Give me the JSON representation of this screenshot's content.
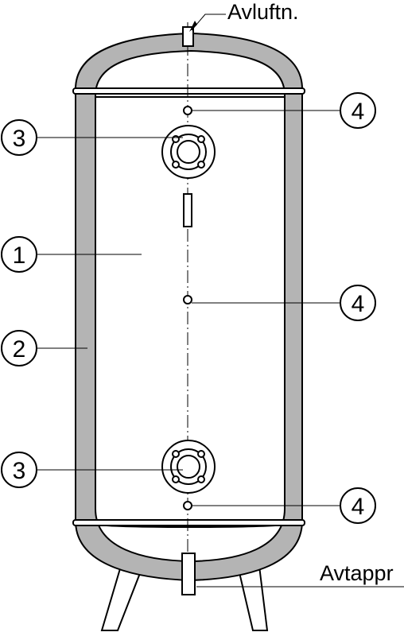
{
  "labels": {
    "vent": "Avluftn.",
    "drain": "Avtappr"
  },
  "callouts": [
    {
      "number": "1",
      "part": "tank interior"
    },
    {
      "number": "2",
      "part": "insulation jacket"
    },
    {
      "number": "3",
      "part": "upper flange connection"
    },
    {
      "number": "3",
      "part": "lower flange connection"
    },
    {
      "number": "4",
      "part": "upper sensor port"
    },
    {
      "number": "4",
      "part": "middle sensor port"
    },
    {
      "number": "4",
      "part": "lower sensor port"
    }
  ],
  "colors": {
    "insulation": "#b4b4b4",
    "line": "#000000",
    "background": "#ffffff"
  }
}
